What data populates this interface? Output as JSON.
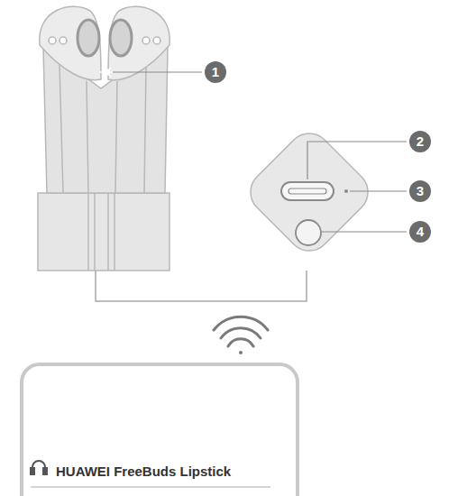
{
  "diagram": {
    "nodes": [
      {
        "text": [
          "HUAWEI FreeBuds Lipstick"
        ]
      }
    ],
    "labels": [
      "1",
      "2",
      "3",
      "4"
    ]
  }
}
